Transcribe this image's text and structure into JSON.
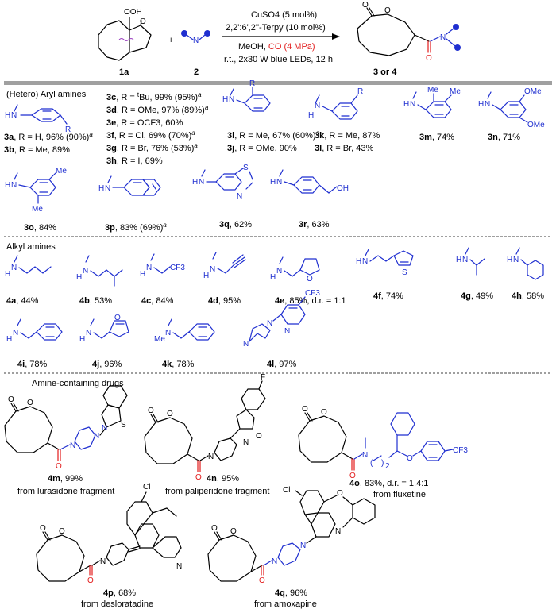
{
  "header": {
    "reactant_label": "1a",
    "amine_label": "2",
    "product_label": "3 or 4",
    "plus": "+",
    "conditions": {
      "line1": "CuSO4 (5 mol%)",
      "line2": "2,2':6',2''-Terpy (10 mol%)",
      "line3_prefix": "MeOH, ",
      "line3_highlight": "CO (4 MPa)",
      "line4": "r.t., 2x30 W blue LEDs, 12 h"
    }
  },
  "sections": {
    "aryl": "(Hetero) Aryl amines",
    "alkyl": "Alkyl amines",
    "drugs": "Amine-containing drugs"
  },
  "aryl_entries": [
    {
      "id": "3a",
      "text": ", R = H, 96% (90%)",
      "sup": "a"
    },
    {
      "id": "3b",
      "text": ", R = Me, 89%",
      "sup": ""
    },
    {
      "id": "3c",
      "text_pre": ", R = ",
      "text_sup_t": "t",
      "text": "Bu, 99% (95%)",
      "sup": "a"
    },
    {
      "id": "3d",
      "text": ", R = OMe, 97% (89%)",
      "sup": "a"
    },
    {
      "id": "3e",
      "text": ", R = OCF3, 60%",
      "sup": ""
    },
    {
      "id": "3f",
      "text": ", R = Cl, 69% (70%)",
      "sup": "a"
    },
    {
      "id": "3g",
      "text": ", R = Br, 76% (53%)",
      "sup": "a"
    },
    {
      "id": "3h",
      "text": ", R = I, 69%",
      "sup": ""
    },
    {
      "id": "3i",
      "text": ", R = Me, 67% (60%)",
      "sup": "a"
    },
    {
      "id": "3j",
      "text": ", R = OMe, 90%",
      "sup": ""
    },
    {
      "id": "3k",
      "text": ", R = Me, 87%",
      "sup": ""
    },
    {
      "id": "3l",
      "text": ", R = Br, 43%",
      "sup": ""
    },
    {
      "id": "3m",
      "text": ", 74%",
      "sup": ""
    },
    {
      "id": "3n",
      "text": ", 71%",
      "sup": ""
    },
    {
      "id": "3o",
      "text": ", 84%",
      "sup": ""
    },
    {
      "id": "3p",
      "text": ", 83% (69%)",
      "sup": "a"
    },
    {
      "id": "3q",
      "text": ", 62%",
      "sup": ""
    },
    {
      "id": "3r",
      "text": ", 63%",
      "sup": ""
    }
  ],
  "alkyl_entries": [
    {
      "id": "4a",
      "text": ", 44%"
    },
    {
      "id": "4b",
      "text": ", 53%"
    },
    {
      "id": "4c",
      "text": ", 84%"
    },
    {
      "id": "4d",
      "text": ", 95%"
    },
    {
      "id": "4e",
      "text": ", 85%, d.r. = 1:1"
    },
    {
      "id": "4f",
      "text": ", 74%"
    },
    {
      "id": "4g",
      "text": ", 49%"
    },
    {
      "id": "4h",
      "text": ", 58%"
    },
    {
      "id": "4i",
      "text": ", 78%"
    },
    {
      "id": "4j",
      "text": ", 96%"
    },
    {
      "id": "4k",
      "text": ", 78%"
    },
    {
      "id": "4l",
      "text": ", 97%"
    }
  ],
  "drug_entries": [
    {
      "id": "4m",
      "text": ", 99%",
      "from": "from lurasidone fragment"
    },
    {
      "id": "4n",
      "text": ", 95%",
      "from": "from paliperidone fragment"
    },
    {
      "id": "4o",
      "text": ", 83%, d.r. = 1.4:1",
      "from": "from fluxetine"
    },
    {
      "id": "4p",
      "text": ", 68%",
      "from": "from desloratadine"
    },
    {
      "id": "4q",
      "text": ", 96%",
      "from": "from amoxapine"
    }
  ],
  "atoms": {
    "O": "O",
    "N": "N",
    "H": "H",
    "R": "R",
    "S": "S",
    "F": "F",
    "Cl": "Cl",
    "OH": "OH",
    "OOH": "OOH",
    "Me": "Me",
    "OMe": "OMe",
    "CF3": "CF3",
    "MeN": "Me",
    "subscript2": "2"
  },
  "colors": {
    "amine_blue": "#1f2fd0",
    "carbonyl_red": "#e21b1b",
    "cleavage_purple": "#9b3fc0"
  }
}
